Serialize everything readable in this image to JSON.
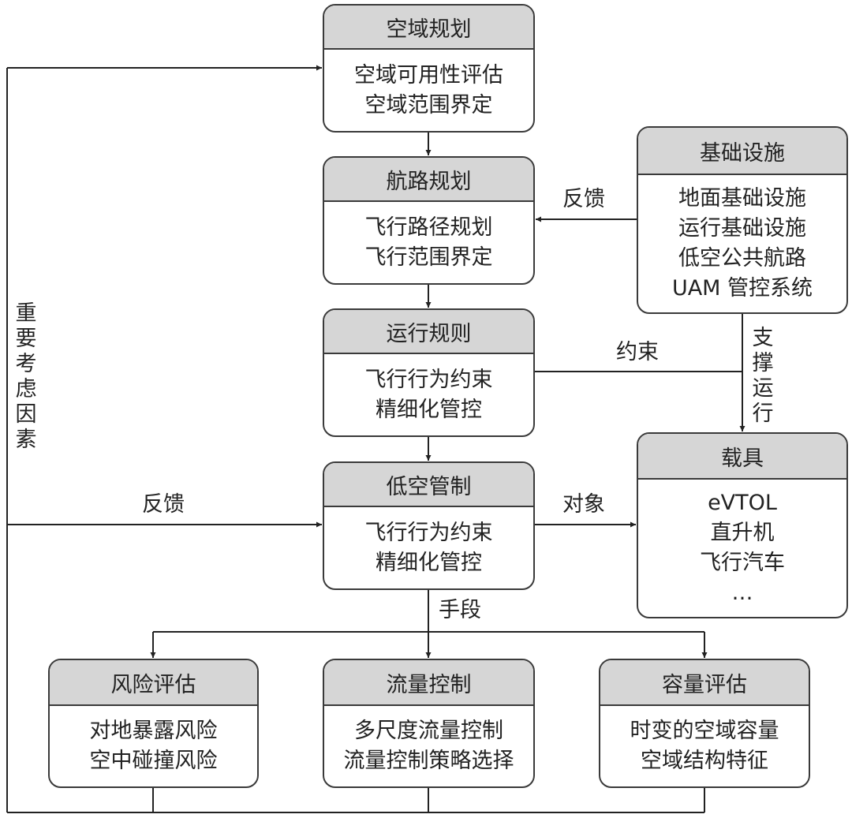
{
  "boxes": {
    "airspace_planning": {
      "title": "空域规划",
      "lines": [
        "空域可用性评估",
        "空域范围界定"
      ]
    },
    "route_planning": {
      "title": "航路规划",
      "lines": [
        "飞行路径规划",
        "飞行范围界定"
      ]
    },
    "operation_rules": {
      "title": "运行规则",
      "lines": [
        "飞行行为约束",
        "精细化管控"
      ]
    },
    "low_altitude_control": {
      "title": "低空管制",
      "lines": [
        "飞行行为约束",
        "精细化管控"
      ]
    },
    "infrastructure": {
      "title": "基础设施",
      "lines": [
        "地面基础设施",
        "运行基础设施",
        "低空公共航路",
        "UAM 管控系统"
      ]
    },
    "vehicles": {
      "title": "载具",
      "lines": [
        "eVTOL",
        "直升机",
        "飞行汽车",
        "…"
      ]
    },
    "risk_assessment": {
      "title": "风险评估",
      "lines": [
        "对地暴露风险",
        "空中碰撞风险"
      ]
    },
    "flow_control": {
      "title": "流量控制",
      "lines": [
        "多尺度流量控制",
        "流量控制策略选择"
      ]
    },
    "capacity_assessment": {
      "title": "容量评估",
      "lines": [
        "时变的空域容量",
        "空域结构特征"
      ]
    }
  },
  "labels": {
    "feedback_infra": "反馈",
    "constraint": "约束",
    "support_operation": "支撑运行",
    "feedback_left": "反馈",
    "object": "对象",
    "means": "手段",
    "key_factors": "重要考虑因素"
  }
}
